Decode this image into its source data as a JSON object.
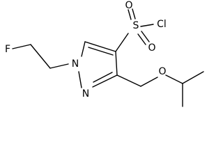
{
  "molecule": {
    "atoms": {
      "fluorine": "F",
      "n1": "N",
      "n2": "N",
      "oxygen_ether": "O",
      "sulfur": "S",
      "oxygen_s_top": "O",
      "oxygen_s_bottom": "O",
      "chlorine": "Cl"
    }
  }
}
